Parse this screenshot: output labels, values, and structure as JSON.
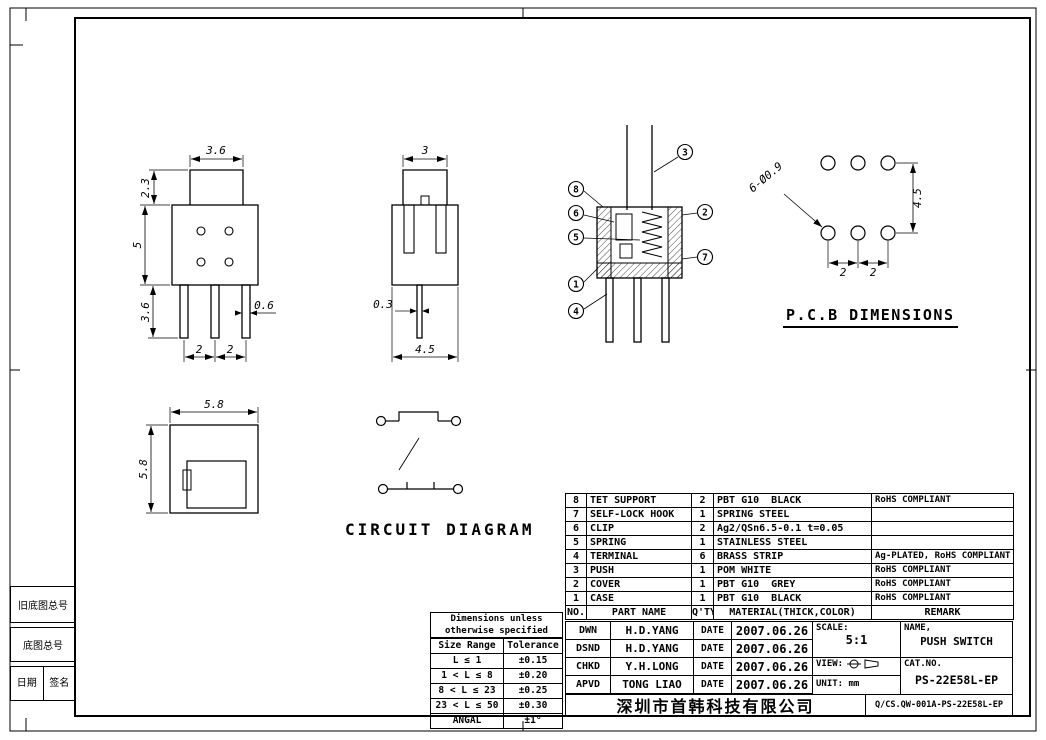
{
  "sheet": {
    "company": "深圳市首韩科技有限公司",
    "doc_no": "Q/CS.QW-001A-PS-22E58L-EP"
  },
  "left_strip": {
    "old_base_label": "旧底图总号",
    "base_label": "底图总号",
    "date_label": "日期",
    "sign_label": "签名"
  },
  "titles": {
    "pcb": "P.C.B DIMENSIONS",
    "circuit": "CIRCUIT DIAGRAM"
  },
  "dims": {
    "front_top_width": "3.6",
    "front_button_height": "2.3",
    "front_body_height": "5",
    "front_leg_length": "3.6",
    "front_leg_width": "0.6",
    "front_pitch_left": "2",
    "front_pitch_right": "2",
    "side_top_width": "3",
    "side_leg_width": "0.3",
    "side_body_width": "4.5",
    "bottom_width": "5.8",
    "bottom_height": "5.8",
    "pcb_hole_note": "6-Ø0.9",
    "pcb_row_spacing": "4.5",
    "pcb_pitch_left": "2",
    "pcb_pitch_right": "2"
  },
  "callouts": {
    "stem": "3",
    "cover": "2",
    "hook": "7",
    "support": "8",
    "clip": "6",
    "spring": "5",
    "case": "1",
    "terminal": "4"
  },
  "bom": {
    "header": {
      "no": "NO.",
      "part": "PART NAME",
      "qty": "Q'TY",
      "material": "MATERIAL(THICK,COLOR)",
      "remark": "REMARK"
    },
    "rows": [
      {
        "no": "8",
        "part": "TET SUPPORT",
        "qty": "2",
        "material": "PBT G10  BLACK",
        "remark": "RoHS COMPLIANT"
      },
      {
        "no": "7",
        "part": "SELF-LOCK HOOK",
        "qty": "1",
        "material": "SPRING STEEL",
        "remark": ""
      },
      {
        "no": "6",
        "part": "CLIP",
        "qty": "2",
        "material": "Ag2/QSn6.5-0.1 t=0.05",
        "remark": ""
      },
      {
        "no": "5",
        "part": "SPRING",
        "qty": "1",
        "material": "STAINLESS STEEL",
        "remark": ""
      },
      {
        "no": "4",
        "part": "TERMINAL",
        "qty": "6",
        "material": "BRASS STRIP",
        "remark": "Ag-PLATED, RoHS COMPLIANT"
      },
      {
        "no": "3",
        "part": "PUSH",
        "qty": "1",
        "material": "POM WHITE",
        "remark": "RoHS COMPLIANT"
      },
      {
        "no": "2",
        "part": "COVER",
        "qty": "1",
        "material": "PBT G10  GREY",
        "remark": "RoHS COMPLIANT"
      },
      {
        "no": "1",
        "part": "CASE",
        "qty": "1",
        "material": "PBT G10  BLACK",
        "remark": "RoHS COMPLIANT"
      }
    ]
  },
  "title_block": {
    "rows": [
      {
        "role": "DWN",
        "name": "H.D.YANG",
        "date_label": "DATE",
        "date": "2007.06.26"
      },
      {
        "role": "DSND",
        "name": "H.D.YANG",
        "date_label": "DATE",
        "date": "2007.06.26"
      },
      {
        "role": "CHKD",
        "name": "Y.H.LONG",
        "date_label": "DATE",
        "date": "2007.06.26"
      },
      {
        "role": "APVD",
        "name": "TONG LIAO",
        "date_label": "DATE",
        "date": "2007.06.26"
      }
    ],
    "scale_label": "SCALE:",
    "scale_value": "5:1",
    "view_label": "VIEW:",
    "unit_label": "UNIT: mm",
    "name_label": "NAME,",
    "name_value": "PUSH SWITCH",
    "cat_label": "CAT.NO.",
    "cat_value": "PS-22E58L-EP"
  },
  "tolerance": {
    "title_line1": "Dimensions unless",
    "title_line2": "otherwise specified",
    "col_range": "Size Range",
    "col_tol": "Tolerance",
    "rows": [
      {
        "range": "L ≤ 1",
        "tol": "±0.15"
      },
      {
        "range": "1 < L ≤ 8",
        "tol": "±0.20"
      },
      {
        "range": "8 < L ≤ 23",
        "tol": "±0.25"
      },
      {
        "range": "23 < L ≤ 50",
        "tol": "±0.30"
      },
      {
        "range": "ANGAL",
        "tol": "±1°"
      }
    ]
  }
}
